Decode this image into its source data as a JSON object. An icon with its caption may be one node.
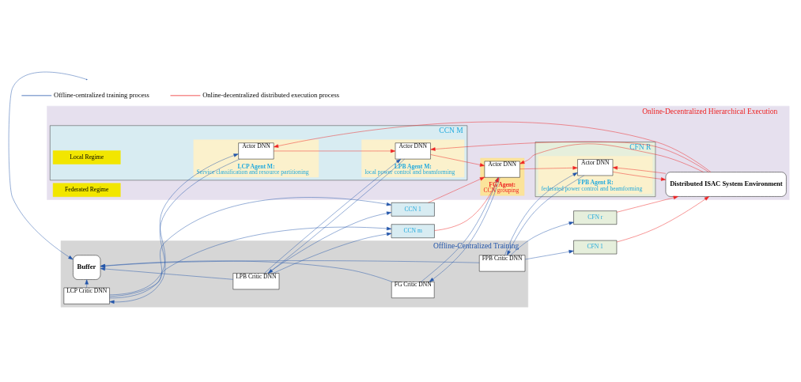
{
  "diagram": {
    "nodes": [
      {
        "text": [
          "Offline-Centralized Training"
        ]
      },
      {
        "text": [
          "Buffer"
        ],
        "in": 0
      },
      {
        "text": [
          "LCP Critic DNN"
        ],
        "in": 0
      },
      {
        "text": [
          "LPB Critic DNN"
        ],
        "in": 0
      },
      {
        "text": [
          "FG Critic DNN"
        ],
        "in": 0
      },
      {
        "text": [
          "FPB Critic DNN"
        ],
        "in": 0
      },
      {
        "text": [
          "Online-Decentralized Hierarchical Execution"
        ]
      },
      {
        "text": [
          "CCN 1"
        ]
      },
      {
        "text": [
          "CCN m"
        ]
      },
      {
        "text": [
          "CCN M"
        ],
        "in": 6
      },
      {
        "text": [
          "LCP Agent M:",
          "Service classification and resource partitioning"
        ],
        "in": 9
      },
      {
        "text": [
          "Actor DNN"
        ],
        "in": 10
      },
      {
        "text": [
          "LPB Agent M:",
          "local power control and beamforming"
        ],
        "in": 9
      },
      {
        "text": [
          "Actor DNN"
        ],
        "in": 12
      },
      {
        "text": [
          "Local Regime"
        ],
        "in": 9
      },
      {
        "text": [
          "FG Agent:",
          "CCN grouping"
        ],
        "in": 6
      },
      {
        "text": [
          "Actor DNN"
        ],
        "in": 15
      },
      {
        "text": [
          "Federated Regime"
        ],
        "in": 6
      },
      {
        "text": [
          "CFN 1"
        ]
      },
      {
        "text": [
          "CFN r"
        ]
      },
      {
        "text": [
          "CFN R"
        ],
        "in": 6
      },
      {
        "text": [
          "FPB Agent R:",
          "federated power control and beamforming"
        ],
        "in": 20
      },
      {
        "text": [
          "Actor DNN"
        ],
        "in": 21
      },
      {
        "text": [
          "Distributed ISAC System Environment"
        ],
        "in": 6
      }
    ],
    "edges": [
      {
        "from": 2,
        "to": 1,
        "arrow": "to"
      },
      {
        "from": 3,
        "to": 1,
        "arrow": "to"
      },
      {
        "from": 4,
        "to": 1,
        "arrow": "to"
      },
      {
        "from": 5,
        "to": 1,
        "arrow": "to"
      },
      {
        "from": null,
        "to": 1,
        "arrow": "to"
      },
      {
        "from": 2,
        "to": 11,
        "arrow": "to"
      },
      {
        "from": 3,
        "to": 13,
        "arrow": "to"
      },
      {
        "from": 4,
        "to": 16,
        "arrow": "to"
      },
      {
        "from": 5,
        "to": 22,
        "arrow": "to"
      },
      {
        "from": 2,
        "to": 7,
        "arrow": "to"
      },
      {
        "from": 2,
        "to": 8,
        "arrow": "to"
      },
      {
        "from": 3,
        "to": 7,
        "arrow": "to"
      },
      {
        "from": 3,
        "to": 8,
        "arrow": "to"
      },
      {
        "from": 5,
        "to": 18,
        "arrow": "to"
      },
      {
        "from": 5,
        "to": 19,
        "arrow": "to"
      },
      {
        "from": 11,
        "to": 2,
        "arrow": "to"
      },
      {
        "from": 13,
        "to": 3,
        "arrow": "to"
      },
      {
        "from": 16,
        "to": 4,
        "arrow": "to"
      },
      {
        "from": 22,
        "to": 5,
        "arrow": "to"
      },
      {
        "from": 11,
        "to": 13,
        "arrow": "to",
        "color": "#ee2222"
      },
      {
        "from": 13,
        "to": 16,
        "arrow": "to",
        "color": "#ee2222"
      },
      {
        "from": 16,
        "to": 22,
        "arrow": "to",
        "color": "#ee2222"
      },
      {
        "from": 22,
        "to": 23,
        "arrow": "to",
        "color": "#ee2222"
      },
      {
        "from": 8,
        "to": 16,
        "arrow": "to",
        "color": "#ee2222"
      },
      {
        "from": 7,
        "to": 16,
        "arrow": "to",
        "color": "#ee2222"
      },
      {
        "from": 19,
        "to": 23,
        "arrow": "to",
        "color": "#ee2222"
      },
      {
        "from": 18,
        "to": 23,
        "arrow": "to",
        "color": "#ee2222"
      },
      {
        "from": 23,
        "to": 11,
        "arrow": "to",
        "color": "#ee2222"
      },
      {
        "from": 23,
        "to": 13,
        "arrow": "to",
        "color": "#ee2222"
      },
      {
        "from": 23,
        "to": 16,
        "arrow": "to",
        "color": "#ee2222"
      },
      {
        "from": 23,
        "to": 22,
        "arrow": "to",
        "color": "#ee2222"
      }
    ],
    "legend": [
      {
        "text": "Offline-centralized training process"
      },
      {
        "text": "Online-decentralized distributed execution process"
      }
    ]
  }
}
